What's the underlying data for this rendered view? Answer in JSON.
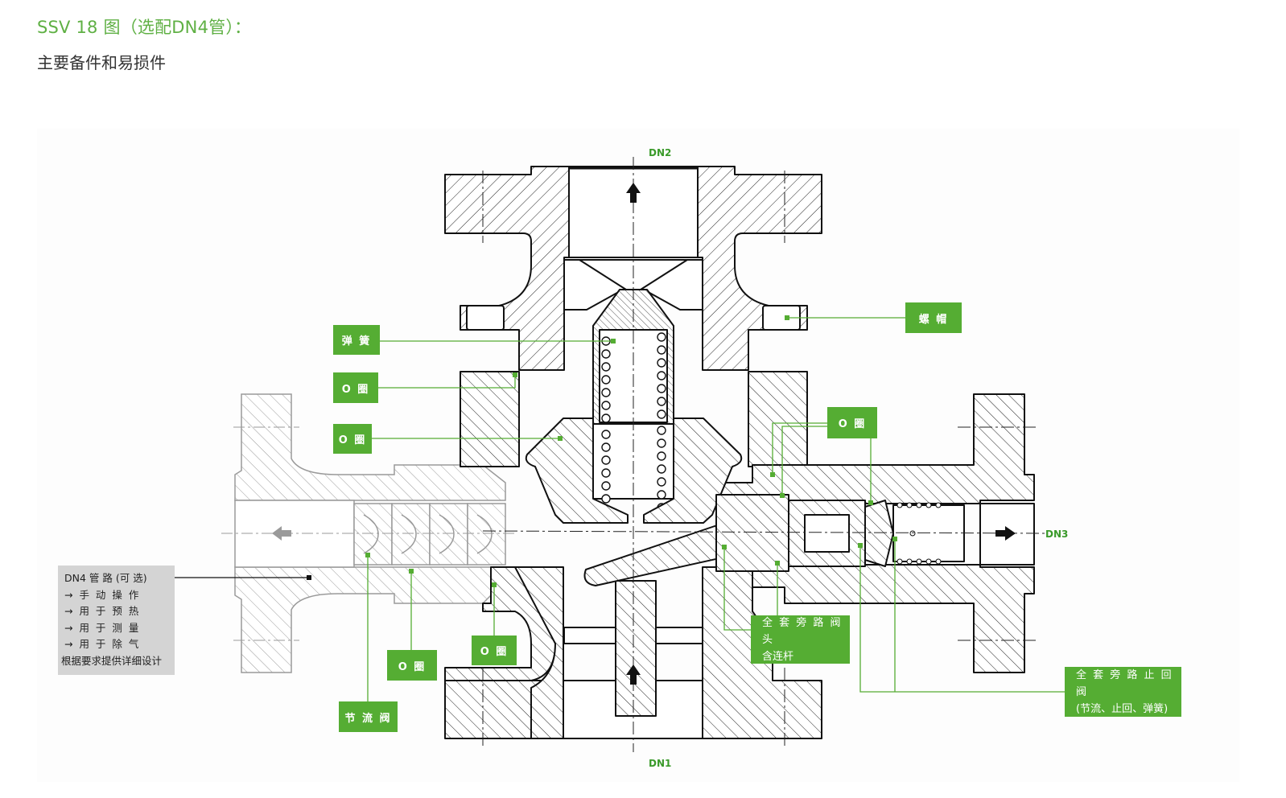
{
  "header": {
    "title": "SSV 18 图（选配DN4管）：",
    "subtitle": "主要备件和易损件"
  },
  "ports": {
    "dn1": "DN1",
    "dn2": "DN2",
    "dn3": "DN3"
  },
  "callouts": {
    "spring": "弹 簧",
    "oring_1": "O 圈",
    "oring_2": "O 圈",
    "nut": "螺 帽",
    "oring_right": "O 圈",
    "oring_bottom_1": "O 圈",
    "oring_bottom_2": "O 圈",
    "throttle": "节 流 阀",
    "bypass_head_line1": "全 套 旁 路 阀 头",
    "bypass_head_line2": "含连杆",
    "bypass_check_line1": "全 套 旁 路 止 回 阀",
    "bypass_check_line2": "(节流、止回、弹簧)"
  },
  "note": {
    "heading": "DN4 管 路 (可 选)",
    "items": [
      "→ 手 动 操 作",
      "→ 用 于 预 热",
      "→ 用 于 测 量",
      "→ 用 于 除 气"
    ],
    "footer": "根据要求提供详细设计"
  },
  "colors": {
    "accent_green": "#55ad33",
    "title_green": "#5fb044",
    "note_bg": "#d4d4d4"
  }
}
